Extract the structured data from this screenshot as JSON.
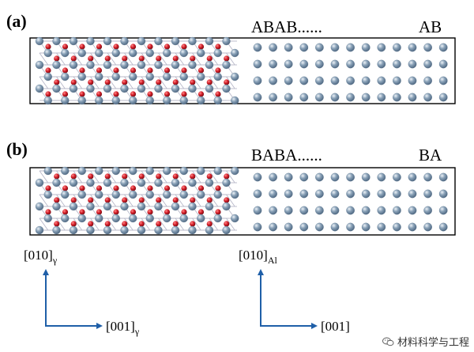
{
  "colors": {
    "atom_gray": "#8aa2b8",
    "atom_gray_light": "#c9d6e2",
    "atom_gray_dark": "#56708a",
    "atom_red": "#d4202a",
    "atom_red_dark": "#8c0a10",
    "bond": "#b8b8c8",
    "axis_blue": "#1f5fa8",
    "frame": "#000000"
  },
  "panels": [
    {
      "label": "(a)",
      "sequence_label": "ABAB......",
      "end_label": "AB",
      "stacking": "ABAB"
    },
    {
      "label": "(b)",
      "sequence_label": "BABA......",
      "end_label": "BA",
      "stacking": "BABA"
    }
  ],
  "axes": {
    "gamma": {
      "vertical": "[010]",
      "vertical_sub": "γ",
      "horizontal": "[001]",
      "horizontal_sub": "γ"
    },
    "al": {
      "vertical": "[010]",
      "vertical_sub": "Al",
      "horizontal": "[001]",
      "horizontal_sub": ""
    }
  },
  "watermark": {
    "icon": "wechat-icon",
    "text": "材料科学与工程"
  }
}
